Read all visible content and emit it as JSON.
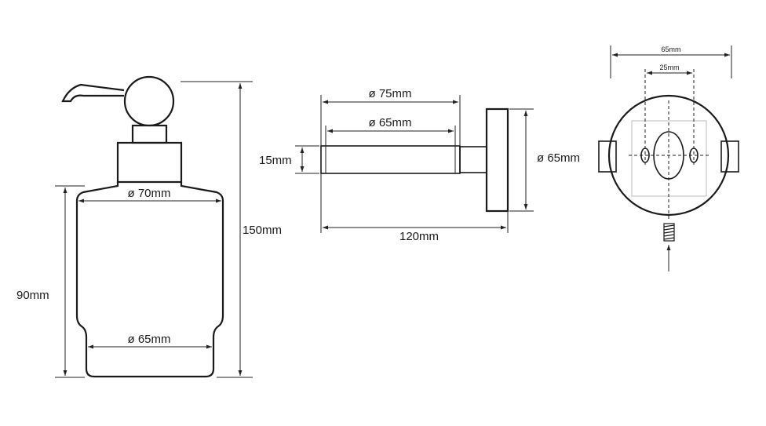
{
  "dispenser": {
    "width_top": "ø 70mm",
    "width_base": "ø 65mm",
    "height_body": "90mm",
    "height_total": "150mm"
  },
  "side_view": {
    "outer_diameter": "ø 75mm",
    "inner_diameter": "ø 65mm",
    "tube_height": "15mm",
    "plate_diameter": "ø 65mm",
    "length": "120mm"
  },
  "back_plate": {
    "outer_width": "65mm",
    "hole_spacing": "25mm"
  }
}
